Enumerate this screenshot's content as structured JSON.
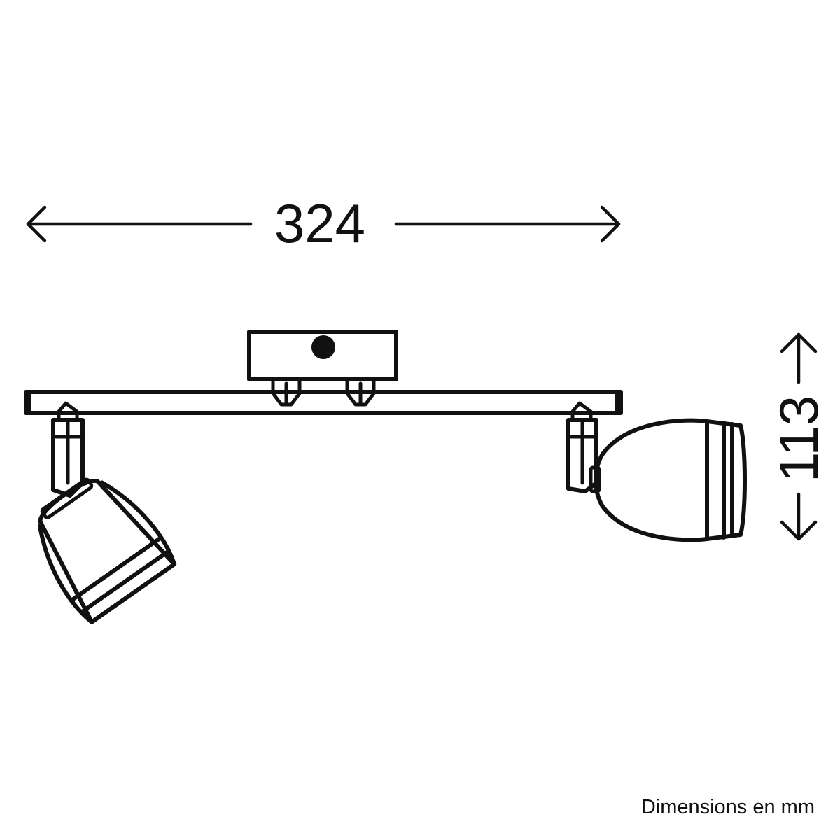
{
  "dimensions": {
    "width_label": "324",
    "height_label": "113"
  },
  "caption": "Dimensions en mm",
  "colors": {
    "line": "#111111",
    "background": "#ffffff"
  }
}
